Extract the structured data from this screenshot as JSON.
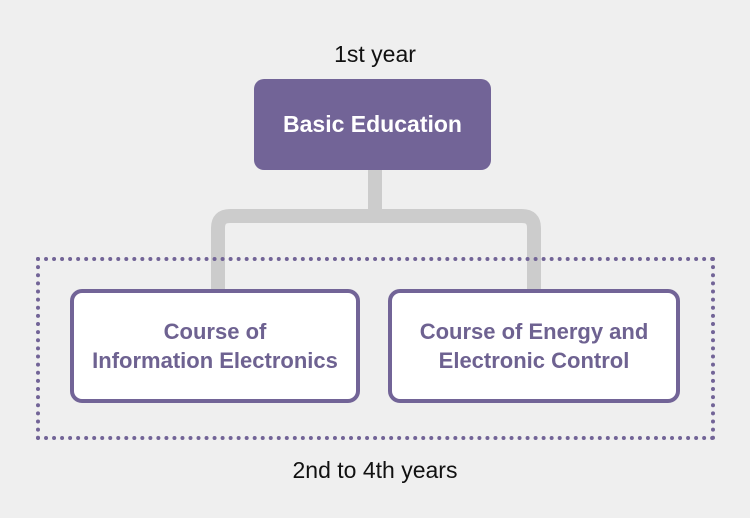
{
  "diagram": {
    "top_caption": "1st year",
    "top_node": "Basic Education",
    "courses": [
      {
        "line1": "Course of",
        "line2": "Information Electronics"
      },
      {
        "line1": "Course of Energy and",
        "line2": "Electronic Control"
      }
    ],
    "bottom_caption": "2nd to 4th years"
  },
  "colors": {
    "background": "#efefef",
    "accent": "#726497",
    "connector": "#cccccc",
    "course_text": "#6e6291"
  }
}
